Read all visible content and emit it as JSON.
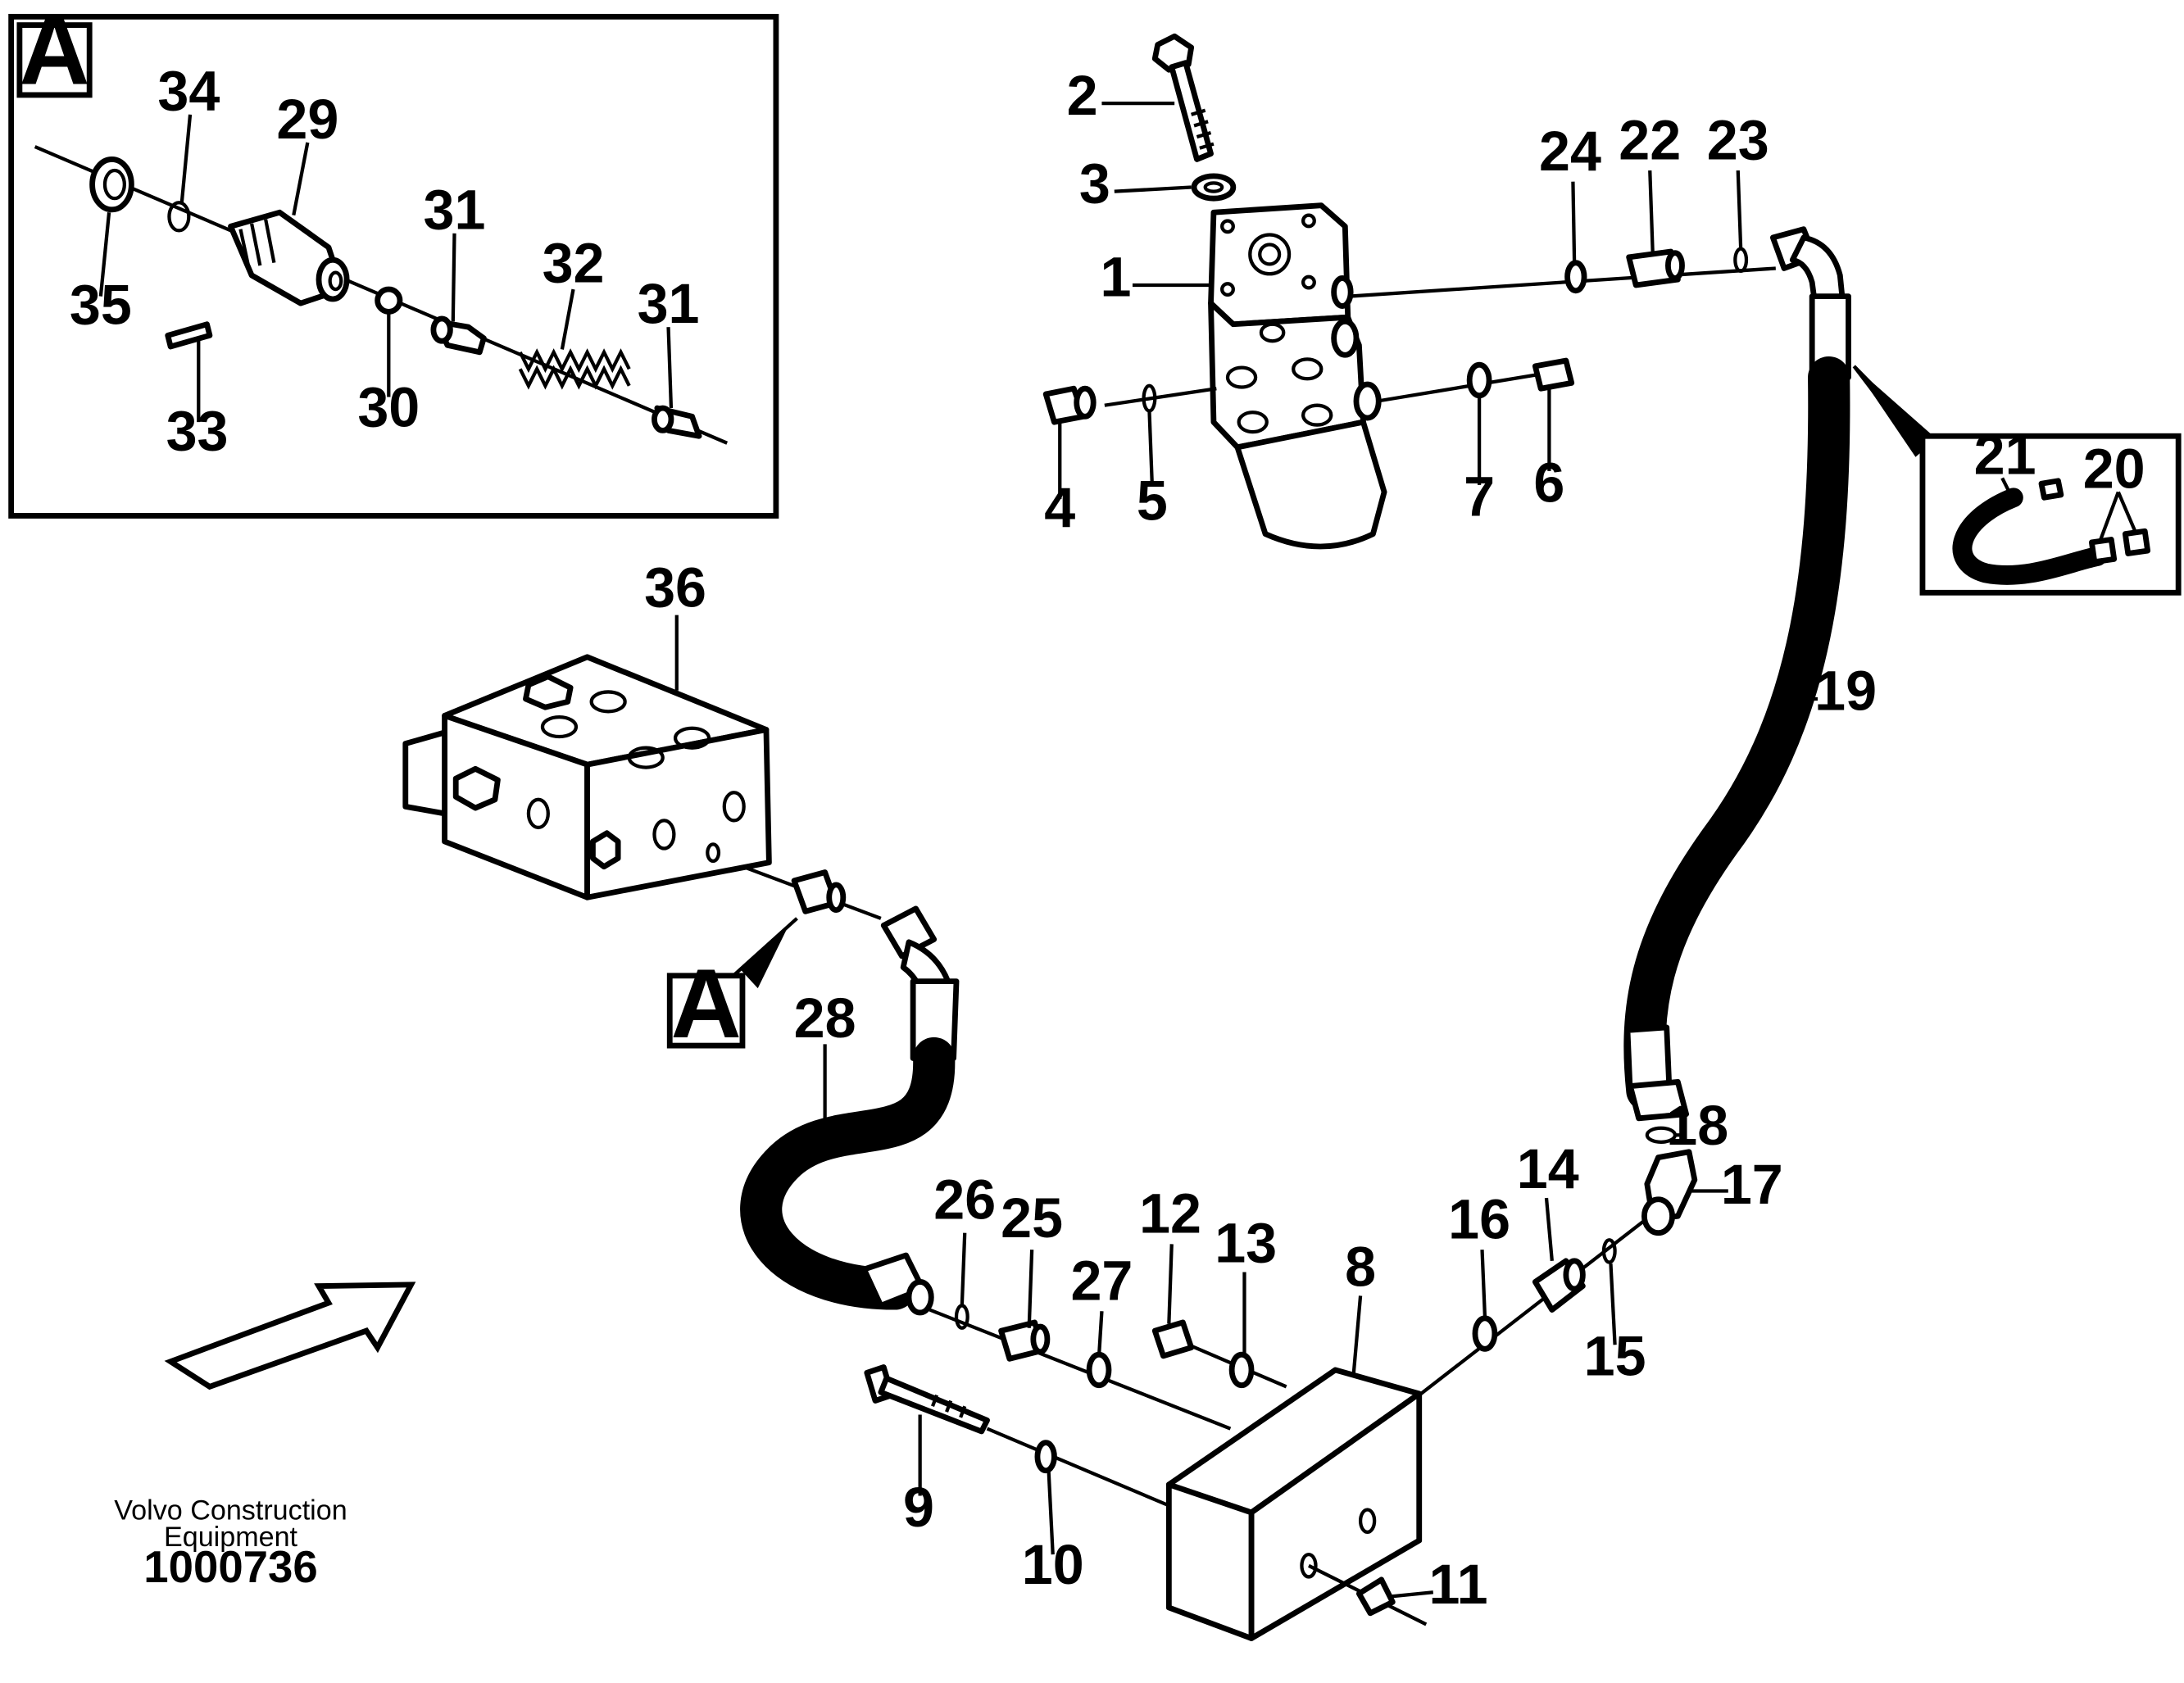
{
  "diagram": {
    "detail_box_letter": "A",
    "callout_letter": "A",
    "credit_line1": "Volvo Construction",
    "credit_line2": "Equipment",
    "document_number": "1000736",
    "labels": [
      "1",
      "2",
      "3",
      "4",
      "5",
      "6",
      "7",
      "8",
      "9",
      "10",
      "11",
      "12",
      "13",
      "14",
      "15",
      "16",
      "17",
      "18",
      "19",
      "20",
      "21",
      "22",
      "23",
      "24",
      "25",
      "26",
      "27",
      "28",
      "29",
      "30",
      "31",
      "31",
      "32",
      "33",
      "34",
      "35",
      "36"
    ]
  }
}
